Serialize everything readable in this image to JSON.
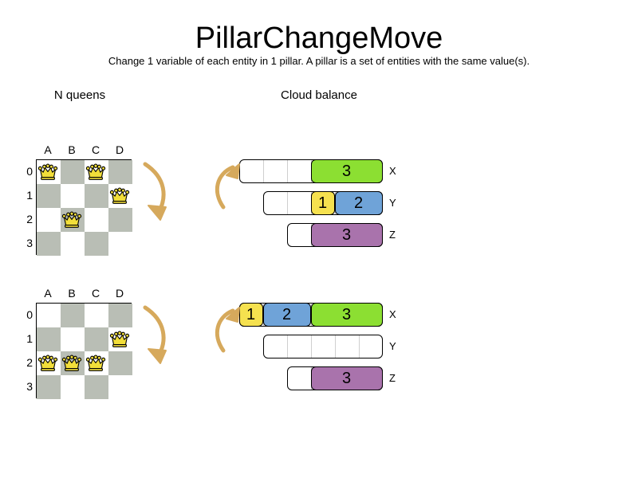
{
  "header": {
    "title": "PillarChangeMove",
    "subtitle": "Change 1 variable of each entity in 1 pillar. A pillar is a set of entities with the same value(s)."
  },
  "sections": {
    "queens_heading": "N queens",
    "cloud_heading": "Cloud balance"
  },
  "colors": {
    "dark_square": "#b9beb5",
    "light_square": "#ffffff",
    "green": "#8cdf32",
    "blue": "#6fa3d8",
    "yellow": "#f5e14f",
    "purple": "#a973ac",
    "arrow": "#d6a95c",
    "border": "#000000"
  },
  "chess": {
    "files": [
      "A",
      "B",
      "C",
      "D"
    ],
    "ranks": [
      "0",
      "1",
      "2",
      "3"
    ],
    "before": {
      "queens": [
        {
          "file": "A",
          "rank": "0",
          "col": 0,
          "row": 0
        },
        {
          "file": "C",
          "rank": "0",
          "col": 2,
          "row": 0
        },
        {
          "file": "D",
          "rank": "1",
          "col": 3,
          "row": 1
        },
        {
          "file": "B",
          "rank": "2",
          "col": 1,
          "row": 2
        }
      ]
    },
    "after": {
      "queens": [
        {
          "file": "D",
          "rank": "1",
          "col": 3,
          "row": 1
        },
        {
          "file": "A",
          "rank": "2",
          "col": 0,
          "row": 2
        },
        {
          "file": "B",
          "rank": "2",
          "col": 1,
          "row": 2
        },
        {
          "file": "C",
          "rank": "2",
          "col": 2,
          "row": 2
        }
      ]
    }
  },
  "cloud": {
    "before": {
      "rows": [
        {
          "label": "X",
          "cells": 6,
          "segments": [
            {
              "value": "3",
              "color": "#8cdf32",
              "start": 3,
              "span": 3
            }
          ]
        },
        {
          "label": "Y",
          "cells": 5,
          "segments": [
            {
              "value": "1",
              "color": "#f5e14f",
              "start": 2,
              "span": 1
            },
            {
              "value": "2",
              "color": "#6fa3d8",
              "start": 3,
              "span": 2
            }
          ]
        },
        {
          "label": "Z",
          "cells": 4,
          "segments": [
            {
              "value": "3",
              "color": "#a973ac",
              "start": 1,
              "span": 3
            }
          ]
        }
      ]
    },
    "after": {
      "rows": [
        {
          "label": "X",
          "cells": 6,
          "segments": [
            {
              "value": "1",
              "color": "#f5e14f",
              "start": 0,
              "span": 1
            },
            {
              "value": "2",
              "color": "#6fa3d8",
              "start": 1,
              "span": 2
            },
            {
              "value": "3",
              "color": "#8cdf32",
              "start": 3,
              "span": 3
            }
          ]
        },
        {
          "label": "Y",
          "cells": 5,
          "segments": []
        },
        {
          "label": "Z",
          "cells": 4,
          "segments": [
            {
              "value": "3",
              "color": "#a973ac",
              "start": 1,
              "span": 3
            }
          ]
        }
      ]
    }
  },
  "arrows": {
    "queens_before": "curved-arrow-down",
    "queens_after": "curved-arrow-down",
    "cloud_before": "curved-arrow-up",
    "cloud_after": "curved-arrow-up"
  }
}
